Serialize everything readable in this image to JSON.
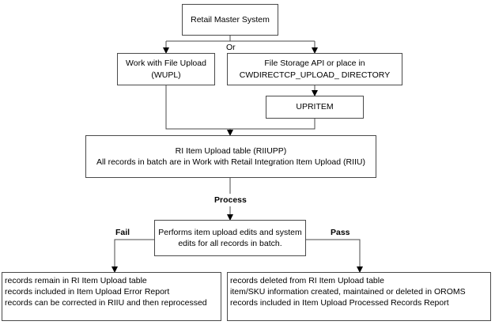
{
  "nodes": {
    "retail_master": "Retail Master System",
    "wupl_line1": "Work with File Upload",
    "wupl_line2": "(WUPL)",
    "api_line1": "File Storage API or place in",
    "api_line2": "CWDIRECTCP_UPLOAD_ DIRECTORY",
    "upritem": "UPRITEM",
    "riiupp_line1": "RI Item Upload table (RIIUPP)",
    "riiupp_line2": "All records in batch are in Work with Retail Integration Item Upload (RIIU)",
    "edits_line1": "Performs item upload edits and system",
    "edits_line2": "edits for all records in batch.",
    "fail_line1": "records remain in RI Item Upload table",
    "fail_line2": "records included in Item Upload Error Report",
    "fail_line3": "records can be corrected in RIIU and then reprocessed",
    "pass_line1": "records deleted from RI Item Upload table",
    "pass_line2": "item/SKU information created, maintained or deleted in OROMS",
    "pass_line3": "records included in Item Upload Processed Records Report"
  },
  "labels": {
    "or": "Or",
    "process": "Process",
    "fail": "Fail",
    "pass": "Pass"
  },
  "colors": {
    "line": "#4a4a4a",
    "arrow": "#000000"
  }
}
